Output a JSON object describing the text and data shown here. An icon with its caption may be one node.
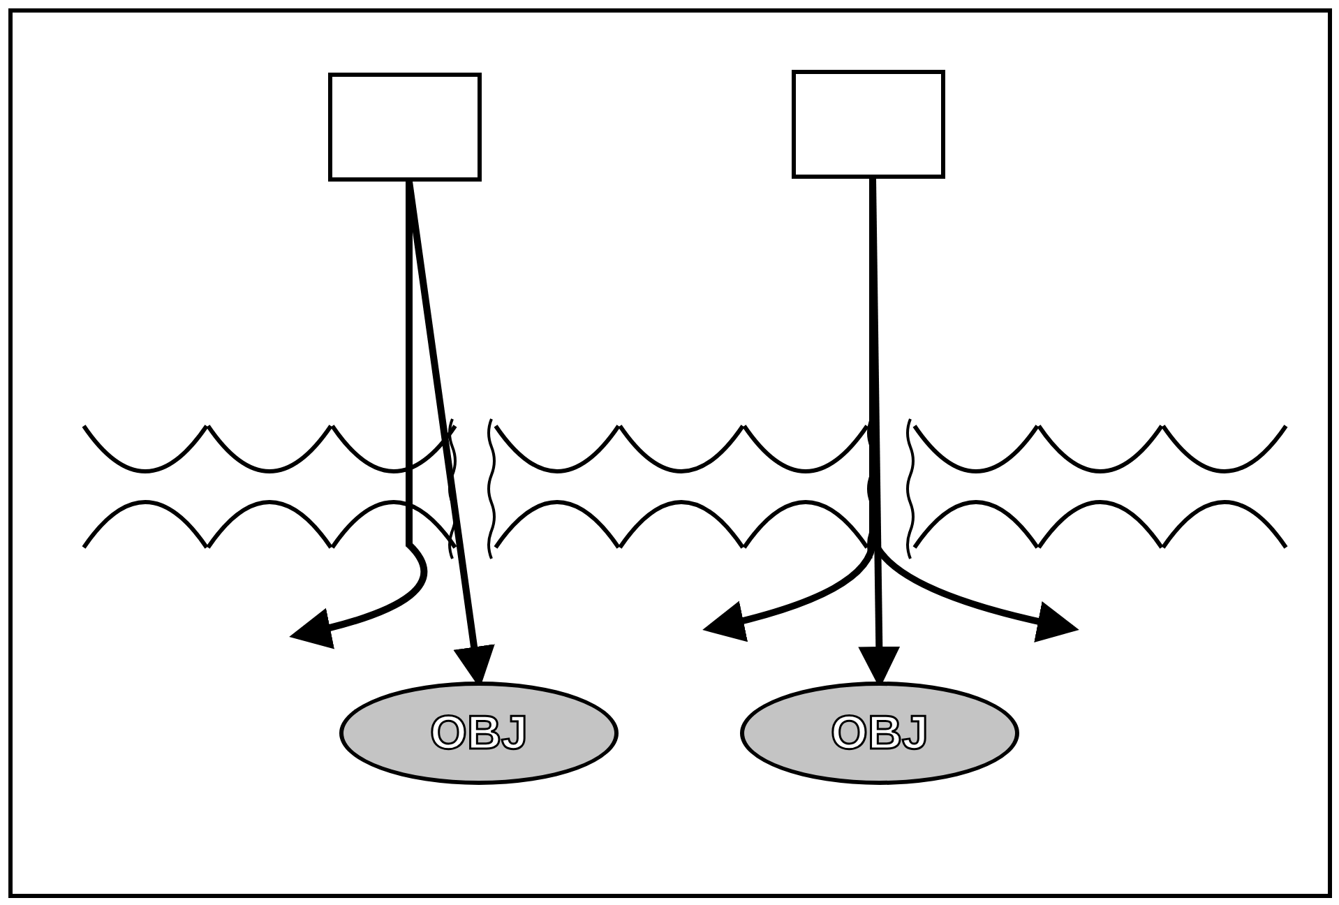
{
  "diagram": {
    "nodes": [
      {
        "text": [],
        "shape": "box"
      },
      {
        "text": [],
        "shape": "box"
      },
      {
        "text": [
          "OBJ"
        ]
      },
      {
        "text": [
          "OBJ"
        ]
      }
    ],
    "edges": [
      {
        "from": 0,
        "to": 2,
        "arrow": "to"
      },
      {
        "from": 0,
        "to": null,
        "arrow": "to"
      },
      {
        "from": 1,
        "to": 3,
        "arrow": "to"
      },
      {
        "from": 1,
        "to": null,
        "arrow": "to"
      },
      {
        "from": 1,
        "to": null,
        "arrow": "to"
      }
    ]
  }
}
